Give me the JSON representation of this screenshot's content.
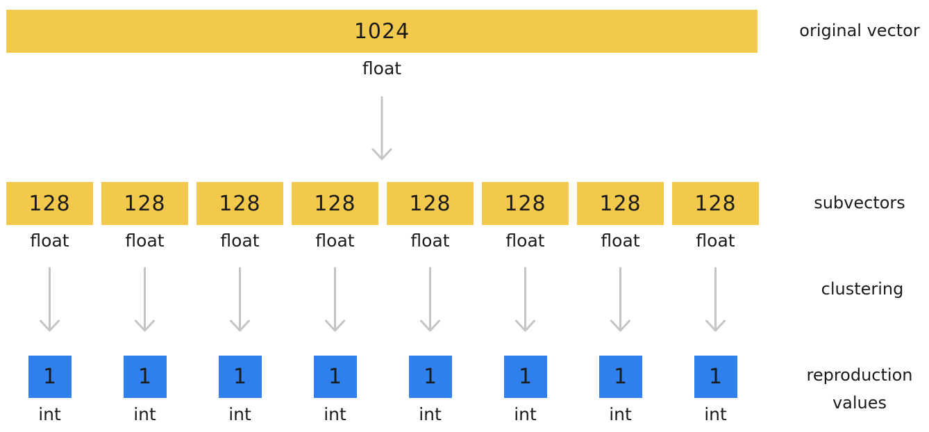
{
  "original": {
    "size": "1024",
    "type": "float"
  },
  "subvectors": [
    {
      "size": "128",
      "type": "float"
    },
    {
      "size": "128",
      "type": "float"
    },
    {
      "size": "128",
      "type": "float"
    },
    {
      "size": "128",
      "type": "float"
    },
    {
      "size": "128",
      "type": "float"
    },
    {
      "size": "128",
      "type": "float"
    },
    {
      "size": "128",
      "type": "float"
    },
    {
      "size": "128",
      "type": "float"
    }
  ],
  "codes": [
    {
      "value": "1",
      "type": "int"
    },
    {
      "value": "1",
      "type": "int"
    },
    {
      "value": "1",
      "type": "int"
    },
    {
      "value": "1",
      "type": "int"
    },
    {
      "value": "1",
      "type": "int"
    },
    {
      "value": "1",
      "type": "int"
    },
    {
      "value": "1",
      "type": "int"
    },
    {
      "value": "1",
      "type": "int"
    }
  ],
  "row_labels": {
    "original": "original vector",
    "subvectors": "subvectors",
    "clustering": "clustering",
    "reproduction_line1": "reproduction",
    "reproduction_line2": "values"
  },
  "colors": {
    "yellow": "#f2c94c",
    "blue": "#2f80ed",
    "arrow": "#c4c4c4"
  }
}
